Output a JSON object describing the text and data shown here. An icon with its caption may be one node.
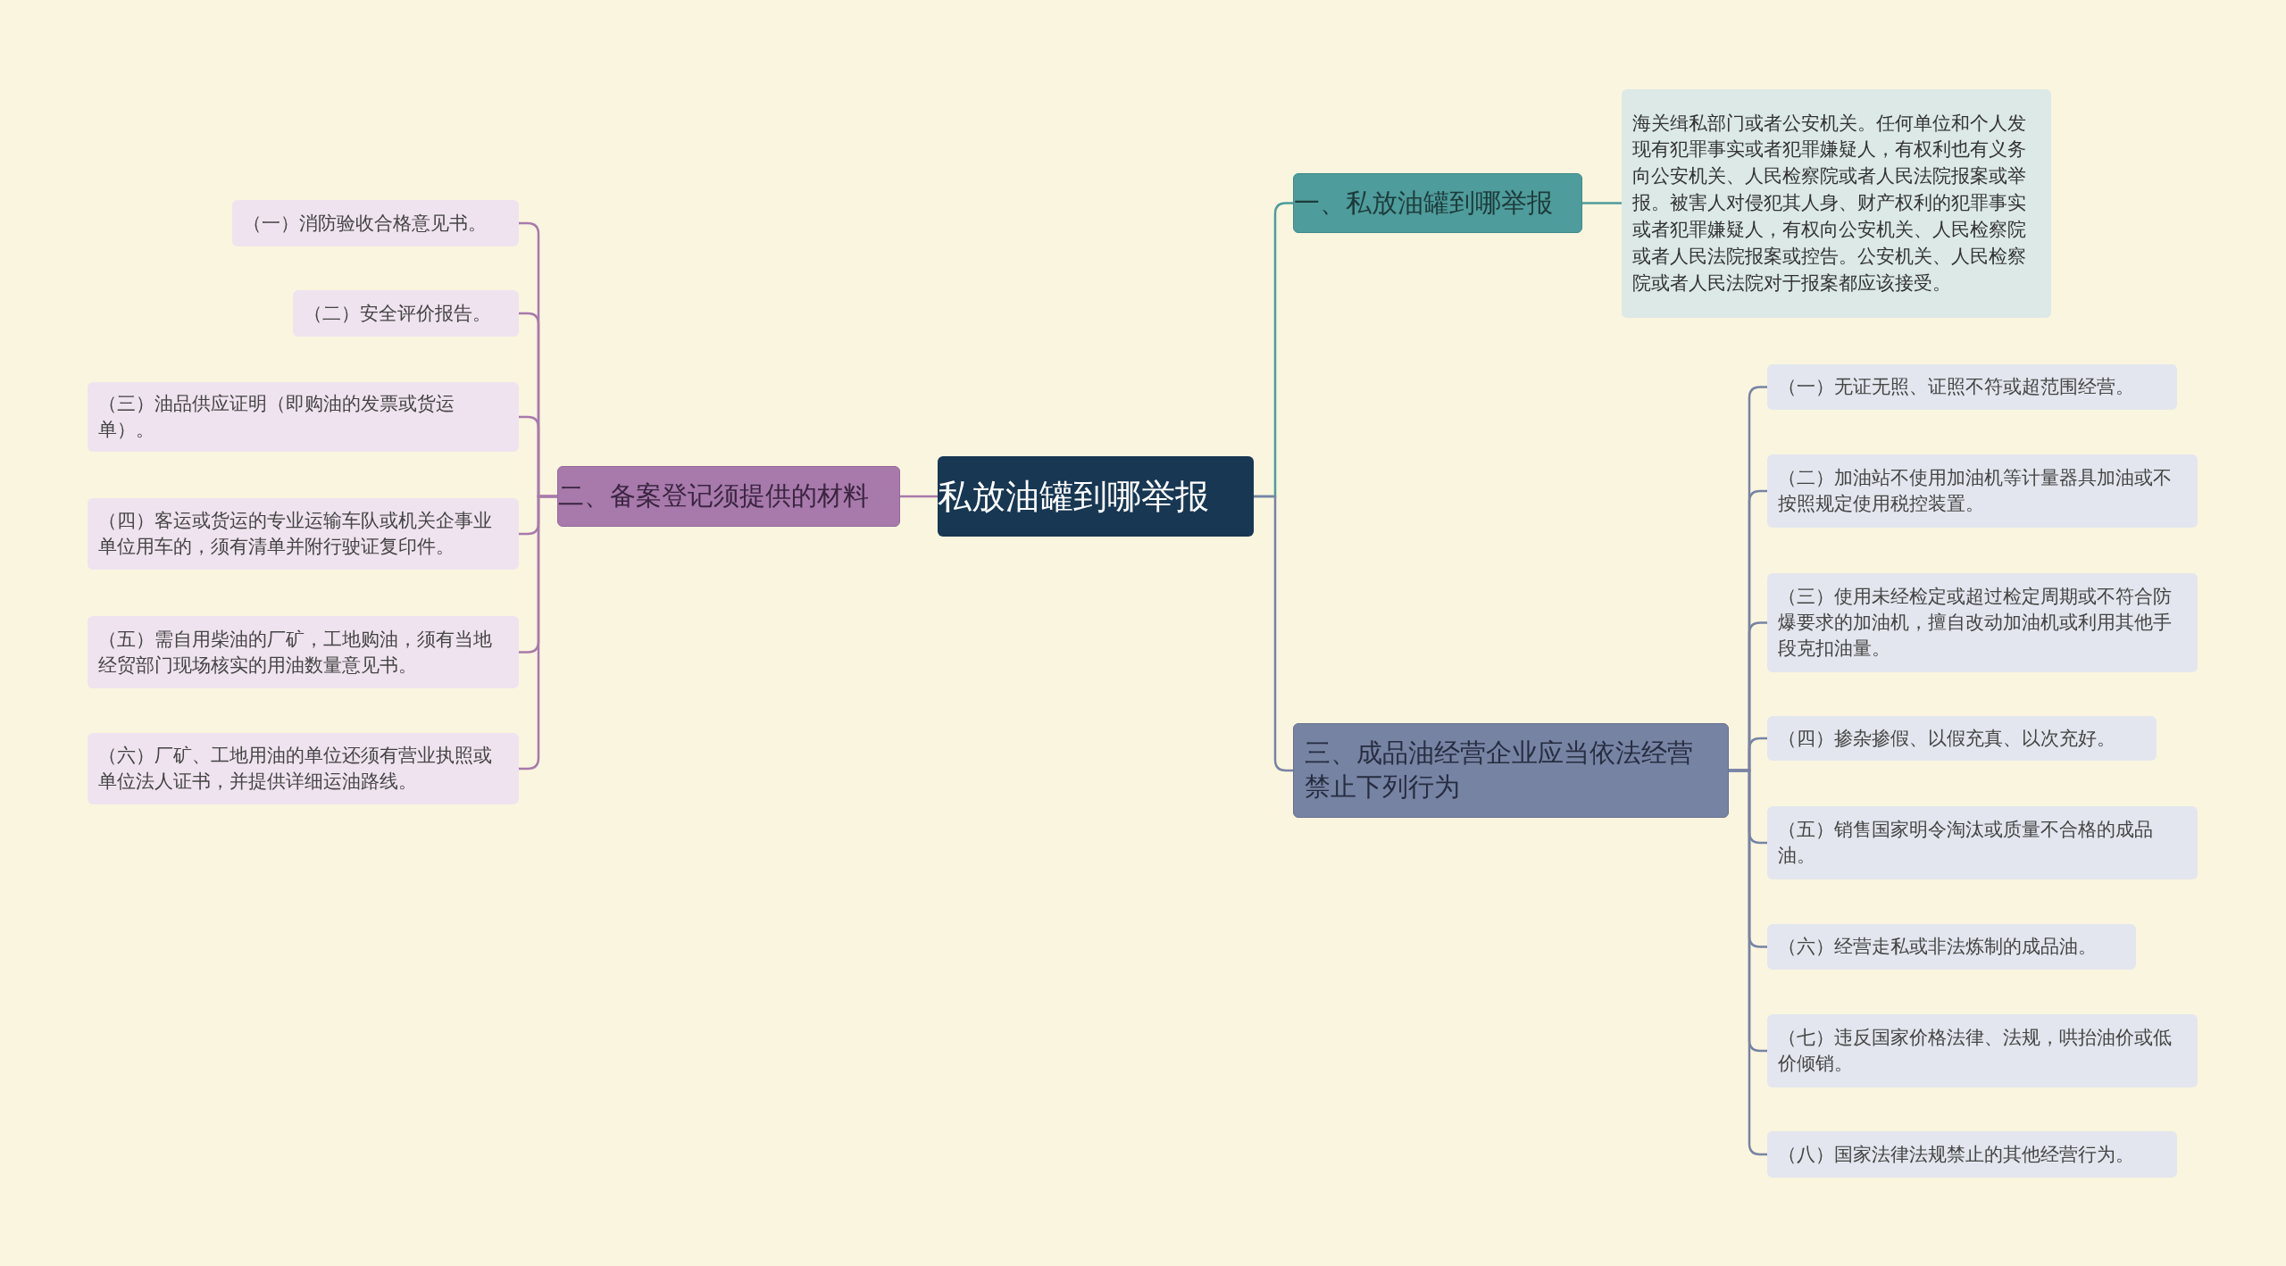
{
  "diagram": {
    "nodes": [
      {
        "text": [
          "私放油罐到哪举报"
        ]
      },
      {
        "text": [
          "一、私放油罐到哪举报"
        ]
      },
      {
        "text": [
          "海关缉私部门或者公安机关。任何单位和个人发现有犯罪事实或者犯罪嫌疑人，有权利也有义务向公安机关、人民检察院或者人民法院报案或举报。被害人对侵犯其人身、财产权利的犯罪事实或者犯罪嫌疑人，有权向公安机关、人民检察院或者人民法院报案或控告。公安机关、人民检察院或者人民法院对于报案都应该接受。"
        ]
      },
      {
        "text": [
          "二、备案登记须提供的材料"
        ]
      },
      {
        "text": [
          "（一）消防验收合格意见书。"
        ]
      },
      {
        "text": [
          "（二）安全评价报告。"
        ]
      },
      {
        "text": [
          "（三）油品供应证明（即购油的发票或货运单）。"
        ]
      },
      {
        "text": [
          "（四）客运或货运的专业运输车队或机关企事业单位用车的，须有清单并附行驶证复印件。"
        ]
      },
      {
        "text": [
          "（五）需自用柴油的厂矿，工地购油，须有当地经贸部门现场核实的用油数量意见书。"
        ]
      },
      {
        "text": [
          "（六）厂矿、工地用油的单位还须有营业执照或单位法人证书，并提供详细运油路线。"
        ]
      },
      {
        "text": [
          "三、成品油经营企业应当依法经营禁止下列行为"
        ]
      },
      {
        "text": [
          "（一）无证无照、证照不符或超范围经营。"
        ]
      },
      {
        "text": [
          "（二）加油站不使用加油机等计量器具加油或不按照规定使用税控装置。"
        ]
      },
      {
        "text": [
          "（三）使用未经检定或超过检定周期或不符合防爆要求的加油机，擅自改动加油机或利用其他手段克扣油量。"
        ]
      },
      {
        "text": [
          "（四）掺杂掺假、以假充真、以次充好。"
        ]
      },
      {
        "text": [
          "（五）销售国家明令淘汰或质量不合格的成品油。"
        ]
      },
      {
        "text": [
          "（六）经营走私或非法炼制的成品油。"
        ]
      },
      {
        "text": [
          "（七）违反国家价格法律、法规，哄抬油价或低价倾销。"
        ]
      },
      {
        "text": [
          "（八）国家法律法规禁止的其他经营行为。"
        ]
      }
    ],
    "edges": [
      {
        "from": 0,
        "to": 1,
        "arrow": "none",
        "color": "#4e9c9b"
      },
      {
        "from": 1,
        "to": 2,
        "arrow": "none",
        "color": "#4e9c9b"
      },
      {
        "from": 0,
        "to": 3,
        "arrow": "none",
        "color": "#a77aab"
      },
      {
        "from": 3,
        "to": 4,
        "arrow": "none",
        "color": "#a77aab"
      },
      {
        "from": 3,
        "to": 5,
        "arrow": "none",
        "color": "#a77aab"
      },
      {
        "from": 3,
        "to": 6,
        "arrow": "none",
        "color": "#a77aab"
      },
      {
        "from": 3,
        "to": 7,
        "arrow": "none",
        "color": "#a77aab"
      },
      {
        "from": 3,
        "to": 8,
        "arrow": "none",
        "color": "#a77aab"
      },
      {
        "from": 3,
        "to": 9,
        "arrow": "none",
        "color": "#a77aab"
      },
      {
        "from": 0,
        "to": 10,
        "arrow": "none"
      },
      {
        "from": 10,
        "to": 11,
        "arrow": "none"
      },
      {
        "from": 10,
        "to": 12,
        "arrow": "none"
      },
      {
        "from": 10,
        "to": 13,
        "arrow": "none"
      },
      {
        "from": 10,
        "to": 14,
        "arrow": "none"
      },
      {
        "from": 10,
        "to": 15,
        "arrow": "none"
      },
      {
        "from": 10,
        "to": 16,
        "arrow": "none"
      },
      {
        "from": 10,
        "to": 17,
        "arrow": "none"
      },
      {
        "from": 10,
        "to": 18,
        "arrow": "none"
      }
    ]
  }
}
